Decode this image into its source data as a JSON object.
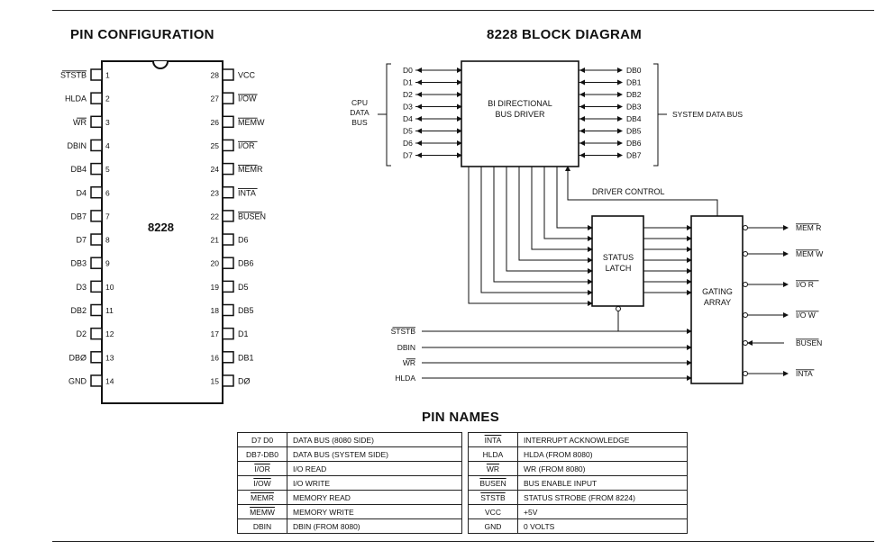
{
  "pin_config": {
    "title": "PIN CONFIGURATION",
    "chip_label": "8228",
    "left_pins": [
      {
        "num": "1",
        "label": "STSTB",
        "overline": true
      },
      {
        "num": "2",
        "label": "HLDA",
        "overline": false
      },
      {
        "num": "3",
        "label": "WR",
        "overline": true
      },
      {
        "num": "4",
        "label": "DBIN",
        "overline": false
      },
      {
        "num": "5",
        "label": "DB4",
        "overline": false
      },
      {
        "num": "6",
        "label": "D4",
        "overline": false
      },
      {
        "num": "7",
        "label": "DB7",
        "overline": false
      },
      {
        "num": "8",
        "label": "D7",
        "overline": false
      },
      {
        "num": "9",
        "label": "DB3",
        "overline": false
      },
      {
        "num": "10",
        "label": "D3",
        "overline": false
      },
      {
        "num": "11",
        "label": "DB2",
        "overline": false
      },
      {
        "num": "12",
        "label": "D2",
        "overline": false
      },
      {
        "num": "13",
        "label": "DBØ",
        "overline": false
      },
      {
        "num": "14",
        "label": "GND",
        "overline": false
      }
    ],
    "right_pins": [
      {
        "num": "28",
        "label": "VCC",
        "overline": false
      },
      {
        "num": "27",
        "label": "I/OW",
        "overline": true
      },
      {
        "num": "26",
        "label": "MEMW",
        "overline": true
      },
      {
        "num": "25",
        "label": "I/OR",
        "overline": true
      },
      {
        "num": "24",
        "label": "MEMR",
        "overline": true
      },
      {
        "num": "23",
        "label": "INTA",
        "overline": true
      },
      {
        "num": "22",
        "label": "BUSEN",
        "overline": true
      },
      {
        "num": "21",
        "label": "D6",
        "overline": false
      },
      {
        "num": "20",
        "label": "DB6",
        "overline": false
      },
      {
        "num": "19",
        "label": "D5",
        "overline": false
      },
      {
        "num": "18",
        "label": "DB5",
        "overline": false
      },
      {
        "num": "17",
        "label": "D1",
        "overline": false
      },
      {
        "num": "16",
        "label": "DB1",
        "overline": false
      },
      {
        "num": "15",
        "label": "DØ",
        "overline": false
      }
    ]
  },
  "block_diagram": {
    "title": "8228 BLOCK DIAGRAM",
    "cpu_bus_label": [
      "CPU",
      "DATA",
      "BUS"
    ],
    "system_bus_label": "SYSTEM DATA BUS",
    "cpu_lines": [
      "D0",
      "D1",
      "D2",
      "D3",
      "D4",
      "D5",
      "D6",
      "D7"
    ],
    "sys_lines": [
      "DB0",
      "DB1",
      "DB2",
      "DB3",
      "DB4",
      "DB5",
      "DB6",
      "DB7"
    ],
    "bus_driver_label": [
      "BI DIRECTIONAL",
      "BUS DRIVER"
    ],
    "driver_control_label": "DRIVER CONTROL",
    "status_latch_label": [
      "STATUS",
      "LATCH"
    ],
    "gating_array_label": [
      "GATING",
      "ARRAY"
    ],
    "inputs": [
      {
        "label": "STSTB",
        "overline": true
      },
      {
        "label": "DBIN",
        "overline": false
      },
      {
        "label": "WR",
        "overline": true
      },
      {
        "label": "HLDA",
        "overline": false
      }
    ],
    "outputs": [
      {
        "label": "MEM R",
        "overline": true
      },
      {
        "label": "MEM W",
        "overline": true
      },
      {
        "label": "I/O R",
        "overline": true
      },
      {
        "label": "I/O W",
        "overline": true
      },
      {
        "label": "BUSEN",
        "overline": true
      },
      {
        "label": "INTA",
        "overline": true
      }
    ]
  },
  "pin_names": {
    "title": "PIN NAMES",
    "left": [
      {
        "sig": "D7 D0",
        "desc": "DATA BUS (8080 SIDE)",
        "overline": false
      },
      {
        "sig": "DB7-DB0",
        "desc": "DATA BUS (SYSTEM SIDE)",
        "overline": false
      },
      {
        "sig": "I/OR",
        "desc": "I/O READ",
        "overline": true
      },
      {
        "sig": "I/OW",
        "desc": "I/O WRITE",
        "overline": true
      },
      {
        "sig": "MEMR",
        "desc": "MEMORY READ",
        "overline": true
      },
      {
        "sig": "MEMW",
        "desc": "MEMORY WRITE",
        "overline": true
      },
      {
        "sig": "DBIN",
        "desc": "DBIN (FROM 8080)",
        "overline": false
      }
    ],
    "right": [
      {
        "sig": "INTA",
        "desc": "INTERRUPT ACKNOWLEDGE",
        "overline": true
      },
      {
        "sig": "HLDA",
        "desc": "HLDA (FROM 8080)",
        "overline": false
      },
      {
        "sig": "WR",
        "desc": "WR (FROM 8080)",
        "overline": true
      },
      {
        "sig": "BUSEN",
        "desc": "BUS ENABLE INPUT",
        "overline": true
      },
      {
        "sig": "STSTB",
        "desc": "STATUS STROBE (FROM 8224)",
        "overline": true
      },
      {
        "sig": "VCC",
        "desc": "+5V",
        "overline": false
      },
      {
        "sig": "GND",
        "desc": "0 VOLTS",
        "overline": false
      }
    ]
  }
}
